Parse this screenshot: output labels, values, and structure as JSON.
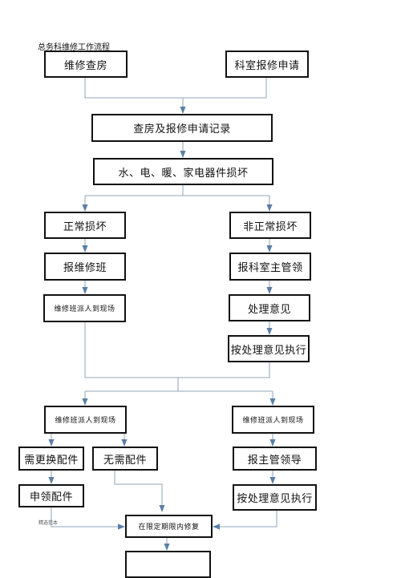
{
  "title": "总务科维修工作流程",
  "nodes": {
    "inspection": "维修查房",
    "dept_request": "科室报修申请",
    "record": "查房及报修申请记录",
    "damage": "水、电、暖、家电器件损坏",
    "normal": "正常损坏",
    "abnormal": "非正常损坏",
    "report_team": "报维修班",
    "report_head": "报科室主管领",
    "team_dispatch_1": "维修班派人到现场",
    "opinion": "处理意见",
    "execute_opinion_1": "按处理意见执行",
    "team_dispatch_2": "维修班派人到现场",
    "team_dispatch_3": "维修班派人到现场",
    "need_parts": "需更换配件",
    "no_parts": "无需配件",
    "report_leader": "报主管领导",
    "get_parts": "申领配件",
    "execute_opinion_2": "按处理意见执行",
    "repair": "在限定期限内修复"
  },
  "side_note": "精选范本",
  "colors": {
    "line": "#a9b8c6",
    "arrow": "#5b7fa6",
    "border": "#111111"
  }
}
